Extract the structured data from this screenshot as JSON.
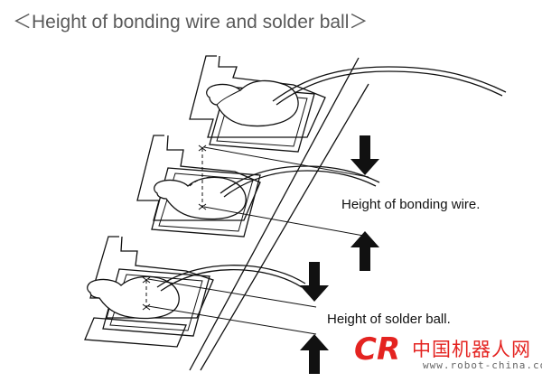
{
  "title": "＜Height of bonding wire and solder ball＞",
  "labels": {
    "bonding_wire": "Height of bonding wire.",
    "solder_ball": "Height of solder ball."
  },
  "watermark": {
    "logo_text": "CR",
    "site_name": "中国机器人网",
    "url": "www.robot-china.com",
    "logo_color": "#e42320"
  },
  "icons": [
    "arrow-down-icon",
    "arrow-up-icon"
  ]
}
